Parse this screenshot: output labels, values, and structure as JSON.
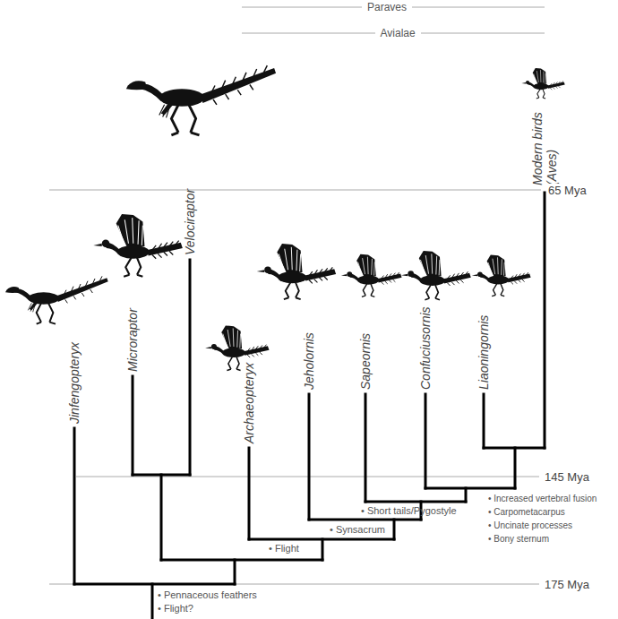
{
  "diagram": {
    "labels": [
      "Paraves",
      "Avialae",
      "Modern birds (Aves)",
      "65 Mya",
      "Velociraptor",
      "Microraptor",
      "Jeholornis",
      "Sapeornis",
      "Confuciusornis",
      "Liaoningornis",
      "Archaeopteryx",
      "Jinfengopteryx",
      "145 Mya",
      "• Short tails/Pygostyle",
      "• Increased vertebral fusion",
      "• Carpometacarpus",
      "• Synsacrum",
      "• Uncinate processes",
      "• Bony sternum",
      "• Flight",
      "• Pennaceous feathers",
      "175 Mya",
      "• Flight?"
    ]
  }
}
